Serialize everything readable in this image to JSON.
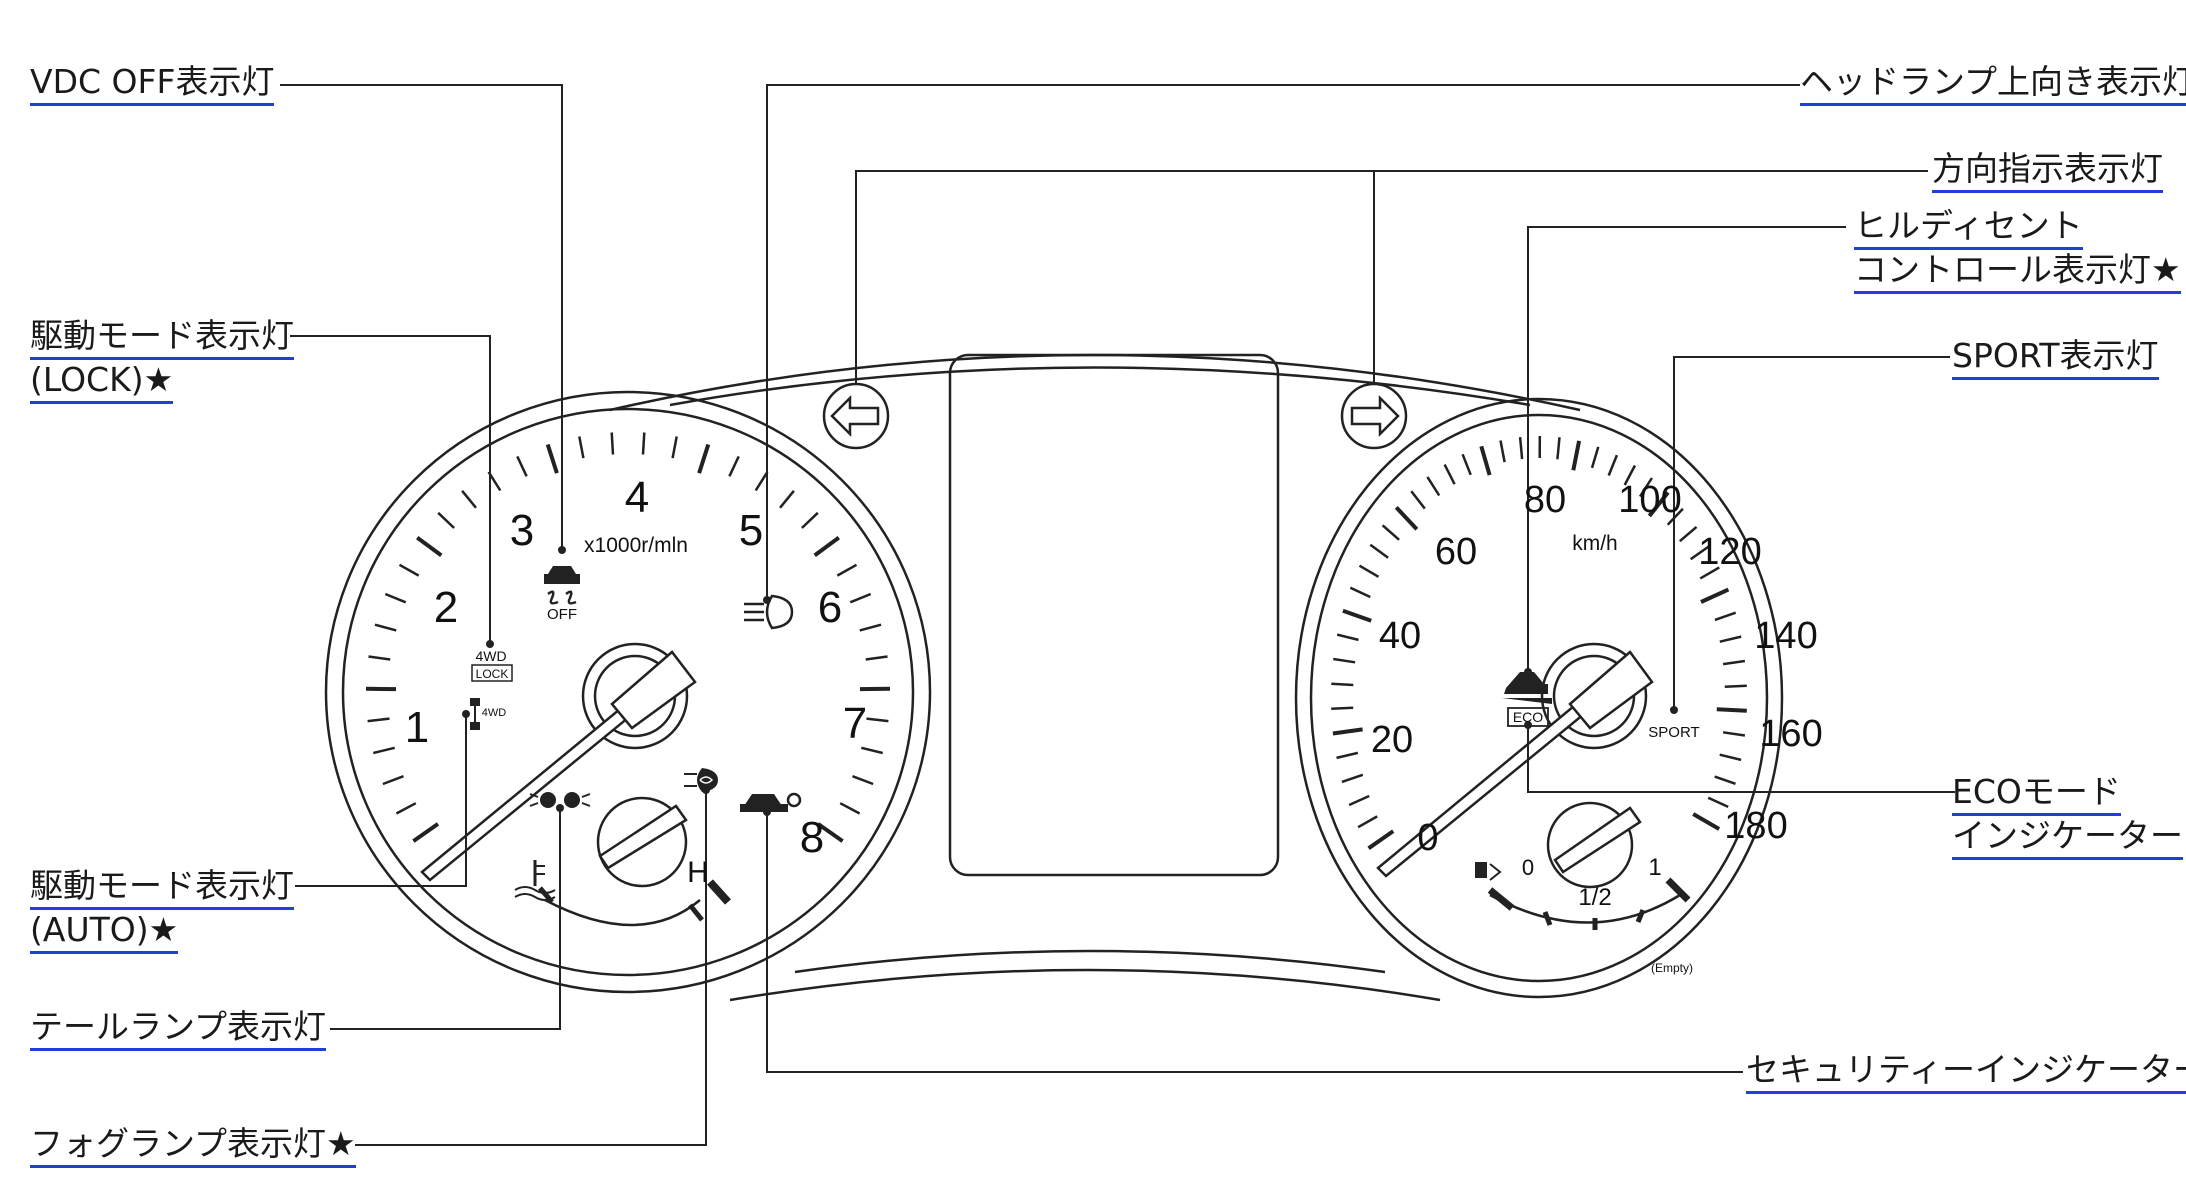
{
  "labels": {
    "vdc_off": "VDC OFF表示灯",
    "drive_lock_1": "駆動モード表示灯",
    "drive_lock_2": "(LOCK)★",
    "drive_auto_1": "駆動モード表示灯",
    "drive_auto_2": "(AUTO)★",
    "tail_lamp": "テールランプ表示灯",
    "fog_lamp": "フォグランプ表示灯★",
    "headlamp_high": "ヘッドランプ上向き表示灯",
    "turn_signal": "方向指示表示灯",
    "hill_descent_1": "ヒルディセント",
    "hill_descent_2": "コントロール表示灯★",
    "sport": "SPORT表示灯",
    "eco_1": "ECOモード",
    "eco_2": "インジケーター",
    "security": "セキュリティーインジケーター"
  },
  "tachometer": {
    "numbers": [
      "1",
      "2",
      "3",
      "4",
      "5",
      "6",
      "7",
      "8"
    ],
    "unit": "x1000r/mln",
    "temp_h": "H"
  },
  "speedometer": {
    "numbers": [
      "0",
      "20",
      "40",
      "60",
      "80",
      "100",
      "120",
      "140",
      "160",
      "180"
    ],
    "unit": "km/h"
  },
  "fuel": {
    "zero": "0",
    "half": "1/2",
    "one": "1",
    "empty": "(Empty)"
  },
  "indicators": {
    "lock_top": "4WD",
    "lock_bottom": "LOCK",
    "auto": "4WD",
    "vdc_off": "OFF",
    "eco": "ECO",
    "sport": "SPORT"
  }
}
